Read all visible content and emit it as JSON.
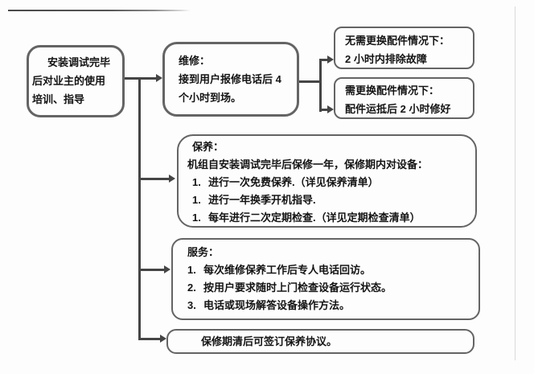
{
  "diagram": {
    "type": "service-flowchart",
    "nodes": {
      "training": {
        "line1": "安装调试完毕",
        "line2": "后对业主的使用",
        "line3": "培训、指导"
      },
      "repair": {
        "title": "维修：",
        "line1": "接到用户报修电话后 4",
        "line2": "个小时到场。"
      },
      "no_parts_case": {
        "line1": "无需更换配件情况下：",
        "line2": "2 小时内排除故障"
      },
      "parts_case": {
        "line1": "需更换配件情况下：",
        "line2": "配件运抵后 2 小时修好"
      },
      "maintenance": {
        "title": "保养：",
        "intro": "机组自安装调试完毕后保修一年，保修期内对设备：",
        "items": [
          {
            "num": "1.",
            "text": "进行一次免费保养.（详见保养清单）"
          },
          {
            "num": "1.",
            "text": "进行一年换季开机指导."
          },
          {
            "num": "1.",
            "text": "每年进行二次定期检查.（详见定期检查清单）"
          }
        ]
      },
      "service": {
        "title": "服务：",
        "items": [
          {
            "num": "1.",
            "text": "每次维修保养工作后专人电话回访。"
          },
          {
            "num": "2.",
            "text": "按用户要求随时上门检查设备运行状态。"
          },
          {
            "num": "3.",
            "text": "电话或现场解答设备操作方法。"
          }
        ]
      },
      "agreement": {
        "line1": "保修期清后可签订保养协议。"
      }
    },
    "colors": {
      "box_border": "#646464",
      "arrow": "#454545",
      "text": "#141414",
      "background": "#fdfdfd",
      "artifact_line": "#2b2b2b",
      "page_edge_line": "#dadada"
    }
  }
}
